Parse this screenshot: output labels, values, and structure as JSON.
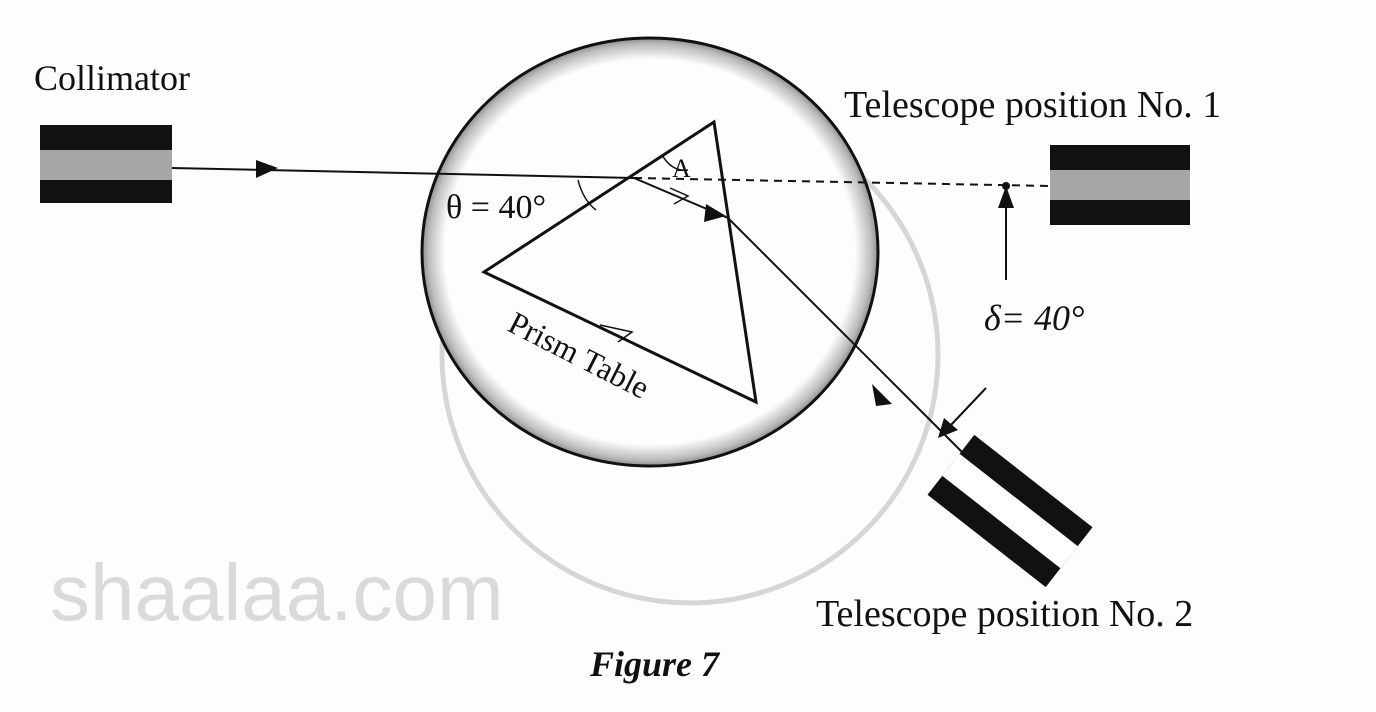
{
  "labels": {
    "collimator": "Collimator",
    "telescope1": "Telescope position No. 1",
    "telescope2": "Telescope position No. 2",
    "theta": "θ = 40°",
    "delta": "δ= 40°",
    "prism_table": "Prism Table",
    "apex": "A",
    "figure": "Figure 7"
  },
  "watermark": "shaalaa.com",
  "colors": {
    "ink": "#111111",
    "tube_grey": "#a6a6a6",
    "table_rim": "#9a9a9a",
    "watermark": "#d4d4d4"
  }
}
